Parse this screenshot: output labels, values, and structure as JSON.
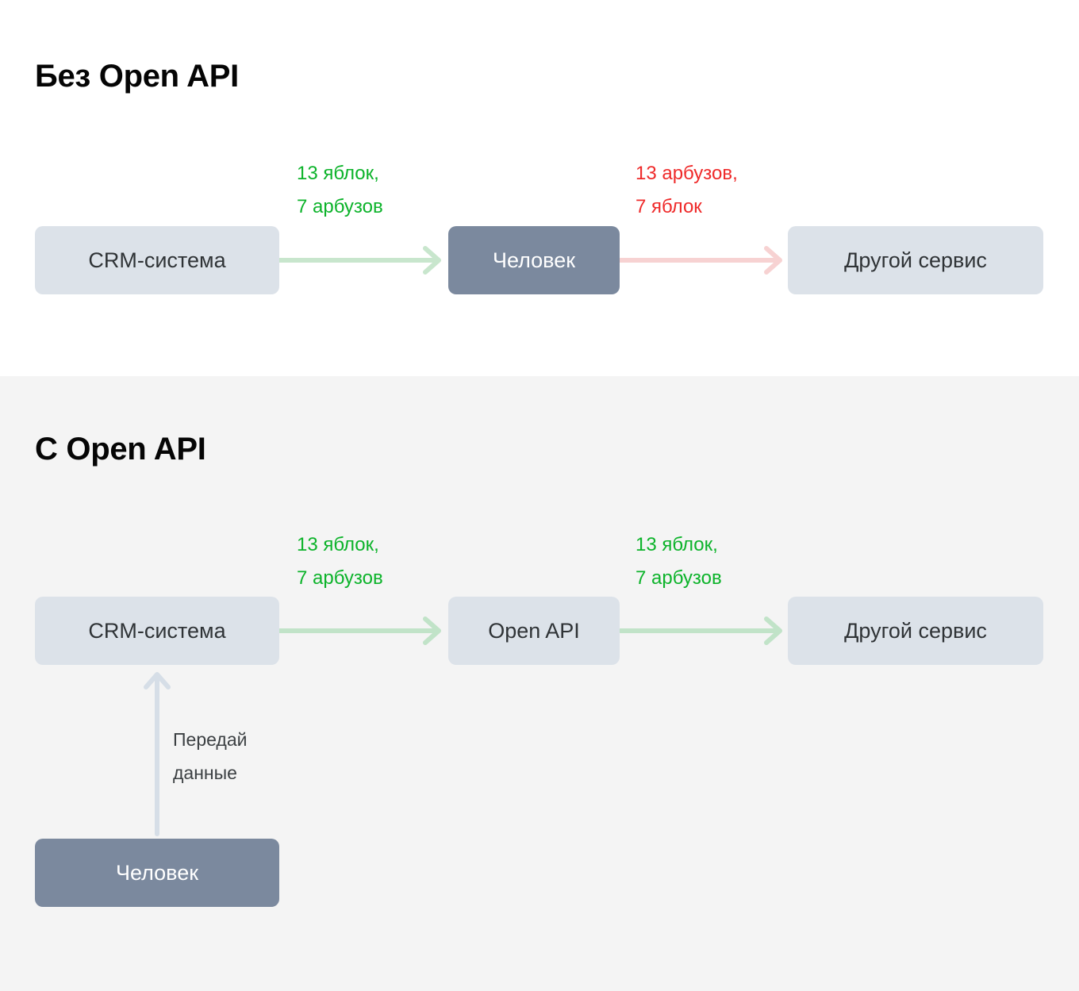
{
  "sections": [
    {
      "id": "without-open-api",
      "title": "Без Open API",
      "background": "#ffffff",
      "nodes": [
        {
          "id": "crm",
          "label": "CRM-система",
          "style": "light"
        },
        {
          "id": "human",
          "label": "Человек",
          "style": "dark"
        },
        {
          "id": "other-service",
          "label": "Другой сервис",
          "style": "light"
        }
      ],
      "arrows": [
        {
          "id": "crm-to-human",
          "from": "crm",
          "to": "human",
          "color": "#c8e6cd",
          "label": "13 яблок,\n7 арбузов",
          "label_color": "#0cb32a",
          "direction": "right"
        },
        {
          "id": "human-to-service",
          "from": "human",
          "to": "other-service",
          "color": "#f7d2d2",
          "label": "13 арбузов,\n7 яблок",
          "label_color": "#ef2a2a",
          "direction": "right"
        }
      ]
    },
    {
      "id": "with-open-api",
      "title": "С Open API",
      "background": "#f4f4f4",
      "nodes": [
        {
          "id": "crm2",
          "label": "CRM-система",
          "style": "light"
        },
        {
          "id": "openapi",
          "label": "Open API",
          "style": "light"
        },
        {
          "id": "other-service2",
          "label": "Другой сервис",
          "style": "light"
        },
        {
          "id": "human2",
          "label": "Человек",
          "style": "dark"
        }
      ],
      "arrows": [
        {
          "id": "crm2-to-openapi",
          "from": "crm2",
          "to": "openapi",
          "color": "#c1e3c8",
          "label": "13 яблок,\n7 арбузов",
          "label_color": "#0cb32a",
          "direction": "right"
        },
        {
          "id": "openapi-to-service2",
          "from": "openapi",
          "to": "other-service2",
          "color": "#c1e3c8",
          "label": "13 яблок,\n7 арбузов",
          "label_color": "#0cb32a",
          "direction": "right"
        },
        {
          "id": "human2-to-crm2",
          "from": "human2",
          "to": "crm2",
          "color": "#d6dee7",
          "label": "Передай\nданные",
          "label_color": "#3c4043",
          "direction": "up"
        }
      ]
    }
  ],
  "colors": {
    "node_light_bg": "#dce2e9",
    "node_light_text": "#2f3336",
    "node_dark_bg": "#7b899e",
    "node_dark_text": "#ffffff",
    "green_text": "#0cb32a",
    "red_text": "#ef2a2a",
    "grey_text": "#3c4043",
    "green_arrow": "#c8e6cd",
    "red_arrow": "#f7d2d2",
    "grey_arrow": "#d6dee7",
    "panel_top_bg": "#ffffff",
    "panel_bottom_bg": "#f4f4f4"
  }
}
